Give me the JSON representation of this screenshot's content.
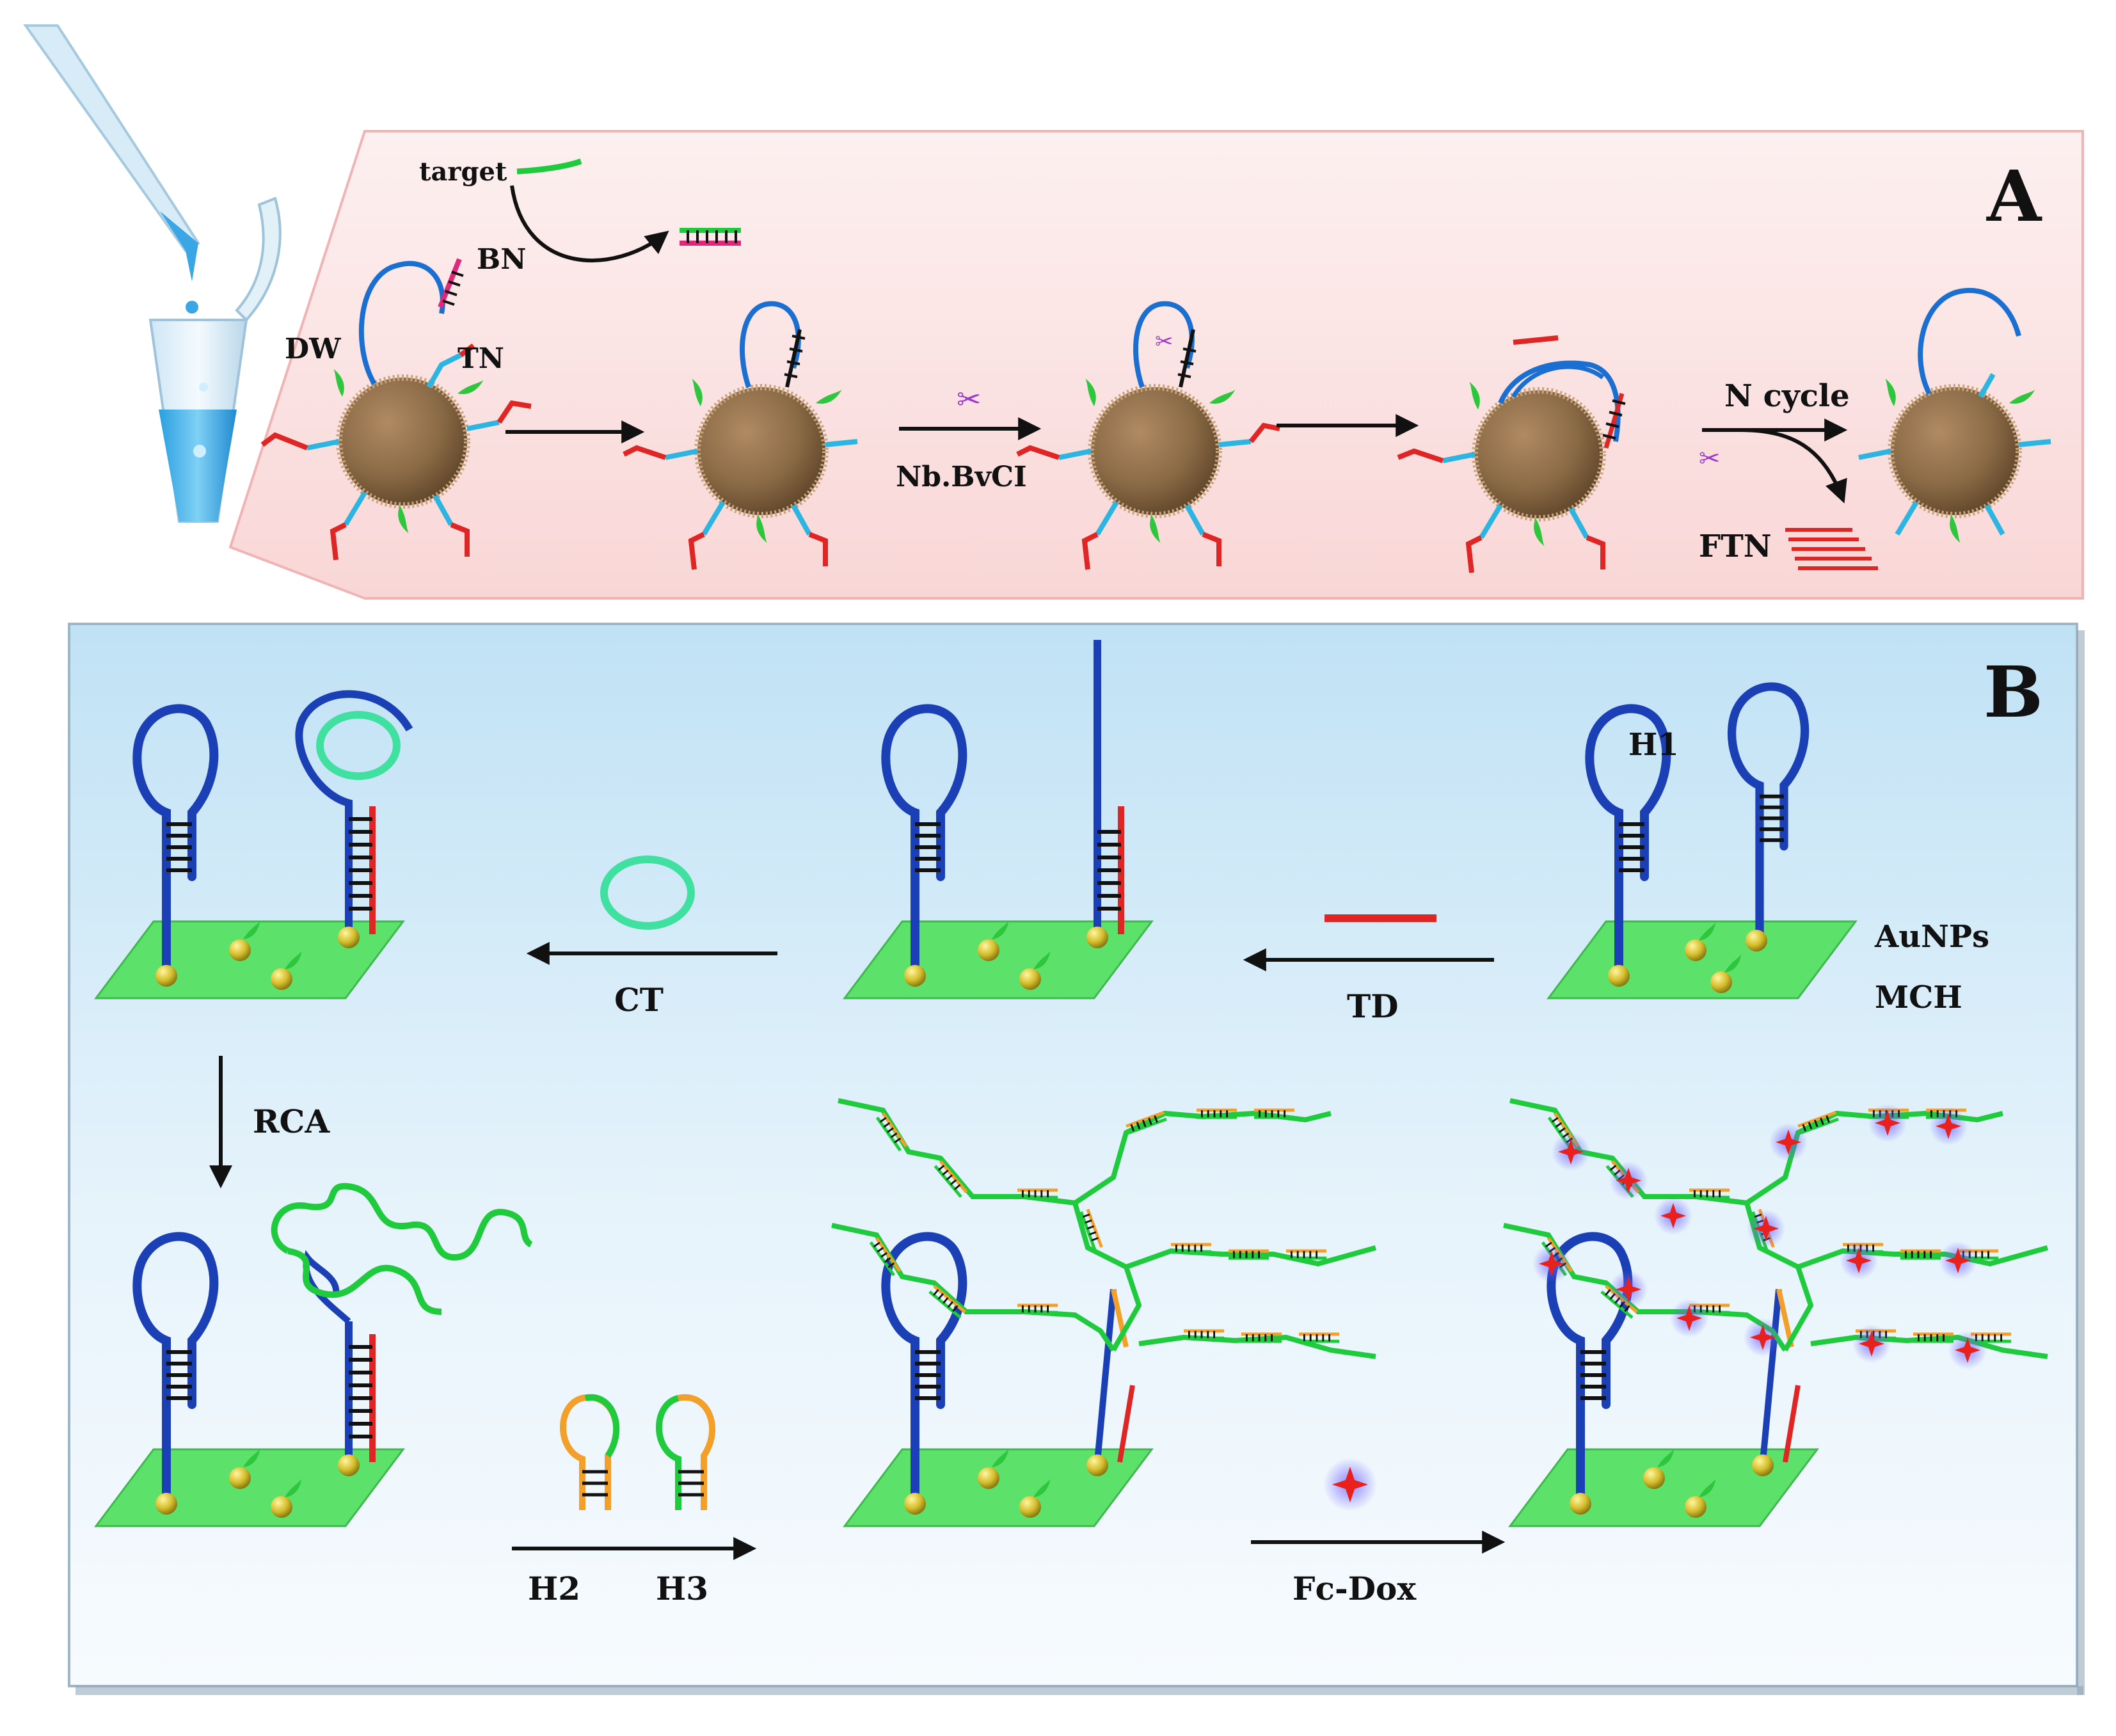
{
  "panel_a": {
    "letter": "A",
    "labels": {
      "target": "target",
      "bn": "BN",
      "dw": "DW",
      "tn": "TN",
      "enzyme": "Nb.BvCI",
      "n_cycle": "N cycle",
      "ftn": "FTN"
    }
  },
  "panel_b": {
    "letter": "B",
    "labels": {
      "h1": "H1",
      "aunps": "AuNPs",
      "mch": "MCH",
      "td": "TD",
      "ct": "CT",
      "rca": "RCA",
      "h2": "H2",
      "h3": "H3",
      "fc_dox": "Fc-Dox"
    }
  },
  "colors": {
    "panel_a_fill": "#fbe1e1",
    "panel_a_border": "#f2b8b8",
    "panel_b_top": "#c4e4f5",
    "panel_b_bottom": "#f3f9fd",
    "dna_blue": "#1b3fb4",
    "probe_cyan": "#2bb5e0",
    "target_red": "#e02525",
    "strand_green": "#1fcb3c",
    "strand_orange": "#f2a02a",
    "magenta": "#e0287a",
    "particle_brown": "#8a6a46",
    "electrode_green": "#5ce26b",
    "gold_np": "#d4bd2c",
    "circle_teal": "#3fe0a0",
    "dox_red": "#e8201e"
  }
}
